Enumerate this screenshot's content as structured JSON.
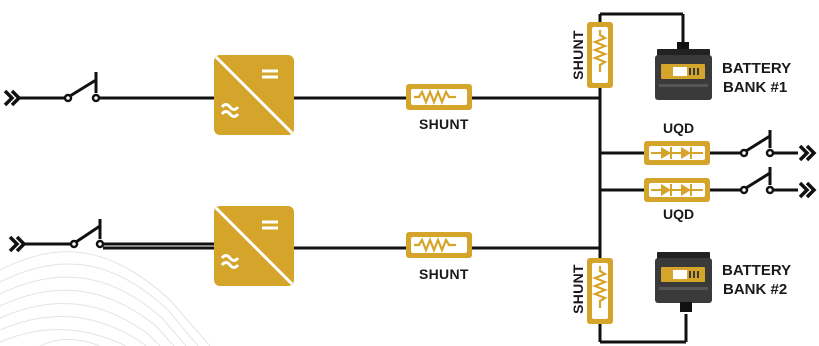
{
  "labels": {
    "shunt": "SHUNT",
    "uqd": "UQD",
    "battery1": [
      "BATTERY",
      "BANK #1"
    ],
    "battery2": [
      "BATTERY",
      "BANK #2"
    ]
  },
  "icons": {
    "converter": "ac-dc-converter-icon",
    "shunt": "shunt-resistor-icon",
    "uqd": "diode-pair-icon",
    "battery": "battery-icon",
    "switch": "switch-icon",
    "connector": "double-chevron-icon"
  },
  "colors": {
    "accent": "#d4a52a",
    "line": "#111111",
    "battery_body": "#3a3a3a"
  }
}
